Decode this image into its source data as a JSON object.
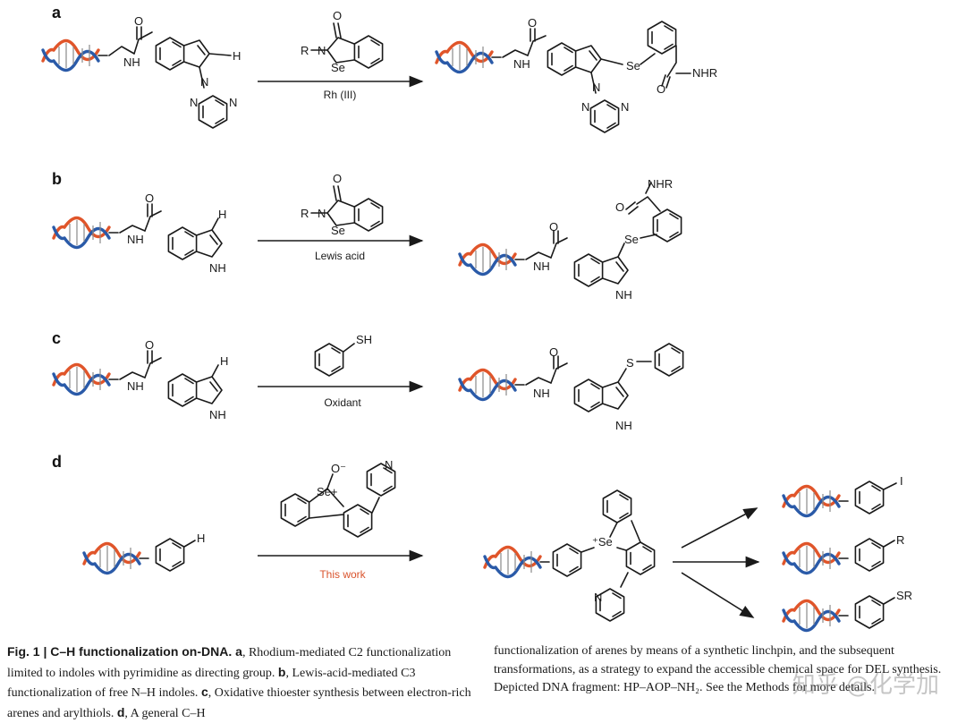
{
  "panels": {
    "a": {
      "label": "a",
      "reagent_condition": "Rh (III)"
    },
    "b": {
      "label": "b",
      "reagent_condition": "Lewis acid"
    },
    "c": {
      "label": "c",
      "reagent_condition": "Oxidant"
    },
    "d": {
      "label": "d",
      "reagent_condition": "This work"
    }
  },
  "atoms": {
    "O": "O",
    "N": "N",
    "NH": "NH",
    "H": "H",
    "R": "R",
    "Se": "Se",
    "SH": "SH",
    "S": "S",
    "NHR": "NHR",
    "I": "I",
    "SR": "SR",
    "Ominus": "O⁻",
    "Seplus": "Se+",
    "plusSe": "⁺Se"
  },
  "colors": {
    "dna_strand_1": "#e0552a",
    "dna_strand_2": "#2a5aa8",
    "this_work": "#d9532c"
  },
  "caption": {
    "fig_label": "Fig. 1 | C–H functionalization on-DNA.",
    "left_text_1": " a",
    "left_text_2": ", Rhodium-mediated C2 functionalization limited to indoles with pyrimidine as directing group. ",
    "left_text_3": "b",
    "left_text_4": ", Lewis-acid-mediated C3 functionalization of free N–H indoles. ",
    "left_text_5": "c",
    "left_text_6": ", Oxidative thioester synthesis between electron-rich arenes and arylthiols. ",
    "left_text_7": "d",
    "left_text_8": ", A general C–H",
    "right_text": "functionalization of arenes by means of a synthetic linchpin, and the subsequent transformations, as a strategy to expand the accessible chemical space for DEL synthesis. Depicted DNA fragment: HP–AOP–NH₂. See the Methods for more details."
  },
  "watermark": "知乎 @化学加"
}
